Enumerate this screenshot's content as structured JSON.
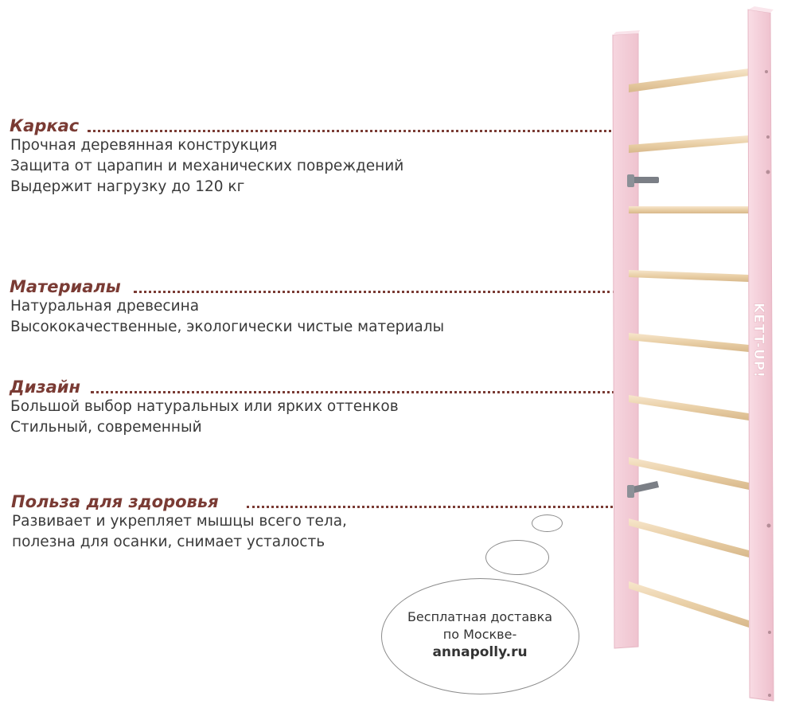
{
  "sections": [
    {
      "heading": "Каркас",
      "lines": [
        "Прочная деревянная конструкция",
        "Защита от царапин и механических повреждений",
        "Выдержит нагрузку до 120 кг"
      ]
    },
    {
      "heading": "Материалы",
      "lines": [
        "Натуральная древесина",
        "Высококачественные, экологически чистые материалы"
      ]
    },
    {
      "heading": "Дизайн",
      "lines": [
        "Большой выбор натуральных или ярких оттенков",
        "Стильный, современный"
      ]
    },
    {
      "heading": "Польза для здоровья",
      "lines": [
        "Развивает и укрепляет мышцы всего тела,",
        "полезна для осанки, снимает усталость"
      ]
    }
  ],
  "bubble": {
    "line1": "Бесплатная доставка",
    "line2": "по Москве-",
    "site": "annapolly.ru"
  },
  "product": {
    "brand": "KETT-UP!"
  },
  "colors": {
    "heading": "#7a3b34",
    "bullet": "#6e3a33",
    "frame": "#f3cdd8",
    "rung": "#efd8b8"
  }
}
